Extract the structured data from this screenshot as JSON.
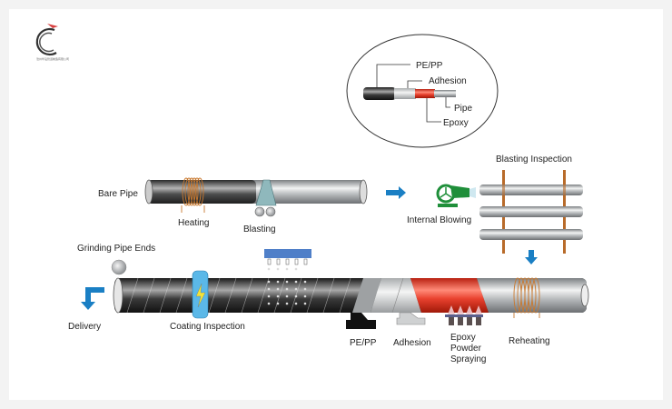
{
  "logo": {
    "caption": "沧州华泓管道制造有限公司"
  },
  "inset": {
    "title": "Coating layers",
    "layers": [
      {
        "label": "PE/PP",
        "color": "#2a2a2a"
      },
      {
        "label": "Adhesion",
        "color": "#d9dcdc"
      },
      {
        "label": "Pipe",
        "color": "#b8bcbe"
      },
      {
        "label": "Epoxy",
        "color": "#e8412e"
      }
    ]
  },
  "steps": {
    "bare_pipe": "Bare Pipe",
    "heating": "Heating",
    "blasting": "Blasting",
    "internal_blowing": "Internal Blowing",
    "blasting_inspection": "Blasting Inspection",
    "reheating": "Reheating",
    "epoxy_powder_spraying": [
      "Epoxy",
      "Powder",
      "Spraying"
    ],
    "adhesion": "Adhesion",
    "pe_pp": "PE/PP",
    "coating_inspection": "Coating Inspection",
    "grinding_pipe_ends": "Grinding Pipe Ends",
    "delivery": "Delivery"
  },
  "colors": {
    "arrow": "#1a7fc4",
    "coil": "#c8782e",
    "epoxy_red": "#e8412e",
    "fan_green": "#1f8f3a",
    "water_bar": "#4f7fc8",
    "inspection_ring": "#5bb8e8",
    "spark": "#f2e23a",
    "rack_post": "#b86b2a"
  }
}
